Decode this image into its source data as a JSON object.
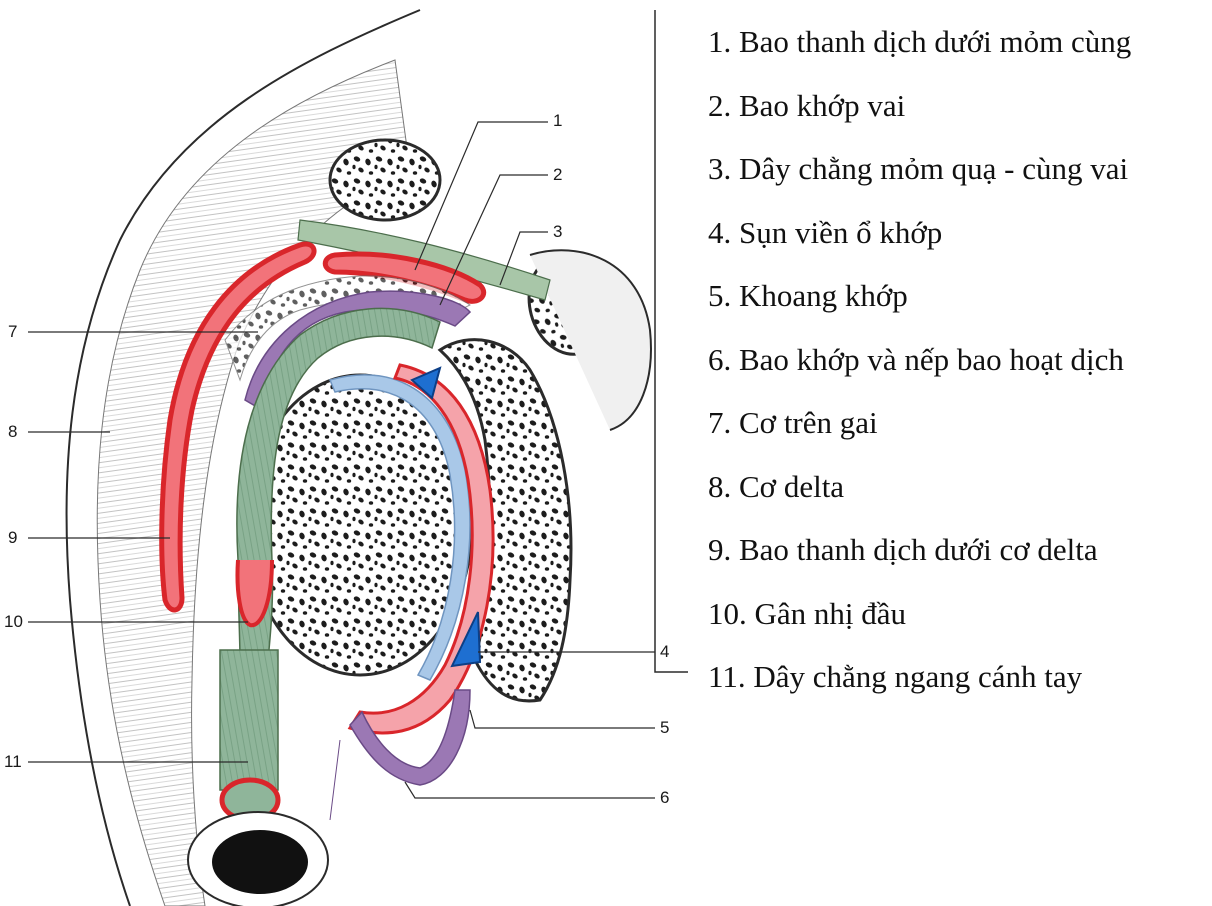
{
  "callout_numbers": [
    "1",
    "2",
    "3",
    "4",
    "5",
    "6",
    "7",
    "8",
    "9",
    "10",
    "11"
  ],
  "legend": [
    "1. Bao thanh dịch dưới mỏm cùng",
    "2. Bao khớp vai",
    "3. Dây chằng mỏm quạ - cùng vai",
    "4. Sụn viền ổ khớp",
    "5. Khoang khớp",
    "6. Bao khớp và nếp bao hoạt dịch",
    "7. Cơ trên gai",
    "8. Cơ delta",
    "9. Bao thanh dịch dưới cơ delta",
    "10. Gân nhị đầu",
    "11. Dây chằng ngang cánh tay"
  ],
  "colors": {
    "bursa_red": "#d9262b",
    "bursa_fill": "#f2737a",
    "tendon_green": "#8fb59a",
    "capsule_purple": "#9b78b4",
    "cartilage_blue": "#a9c8e8",
    "labrum_blue": "#1e6fd1",
    "joint_pink": "#f5a3aa",
    "bone_outline": "#2b2b2b"
  }
}
